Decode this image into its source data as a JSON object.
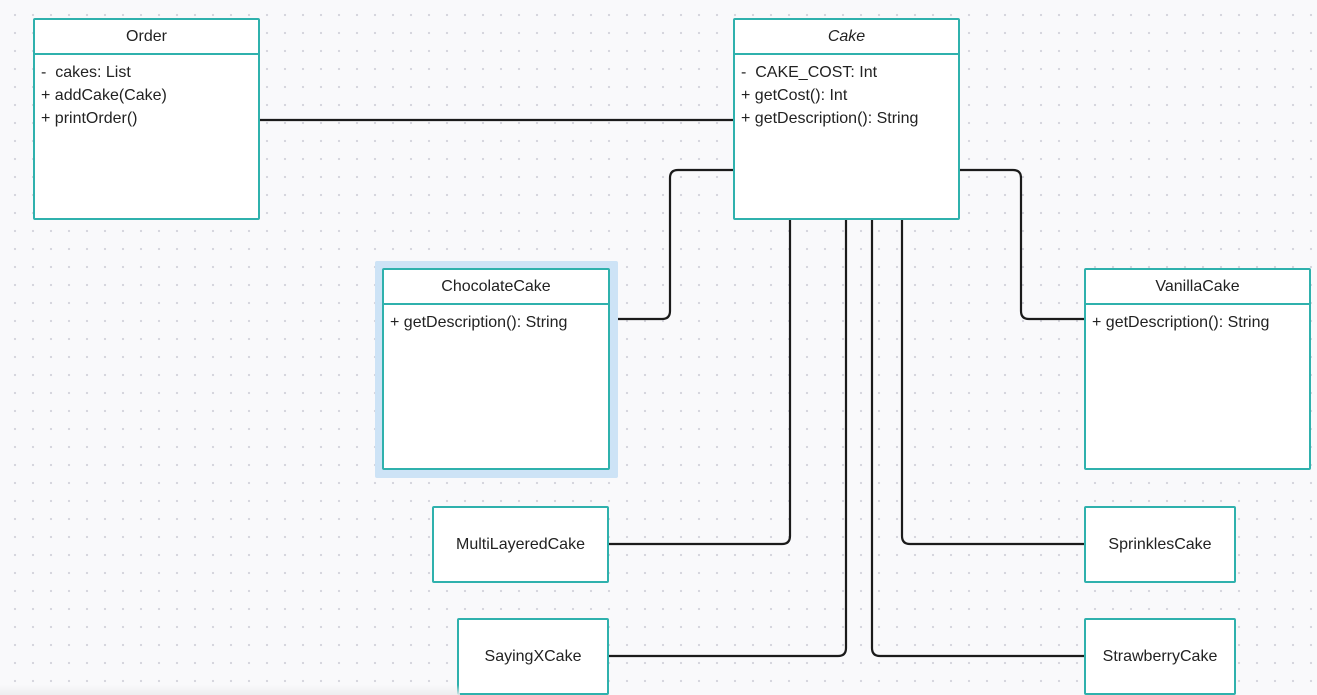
{
  "diagram": {
    "classes": {
      "order": {
        "name": "Order",
        "members": [
          "-  cakes: List",
          "+ addCake(Cake)",
          "+ printOrder()"
        ]
      },
      "cake": {
        "name": "Cake",
        "members": [
          "-  CAKE_COST: Int",
          "+ getCost(): Int",
          "+ getDescription(): String"
        ]
      },
      "chocolate_cake": {
        "name": "ChocolateCake",
        "members": [
          "+ getDescription(): String"
        ]
      },
      "vanilla_cake": {
        "name": "VanillaCake",
        "members": [
          "+ getDescription(): String"
        ]
      },
      "multi_layered_cake": {
        "name": "MultiLayeredCake"
      },
      "sprinkles_cake": {
        "name": "SprinklesCake"
      },
      "saying_x_cake": {
        "name": "SayingXCake"
      },
      "strawberry_cake": {
        "name": "StrawberryCake"
      }
    },
    "relations": [
      {
        "from": "Order",
        "to": "Cake"
      },
      {
        "from": "ChocolateCake",
        "to": "Cake"
      },
      {
        "from": "VanillaCake",
        "to": "Cake"
      },
      {
        "from": "MultiLayeredCake",
        "to": "Cake"
      },
      {
        "from": "SprinklesCake",
        "to": "Cake"
      },
      {
        "from": "SayingXCake",
        "to": "Cake"
      },
      {
        "from": "StrawberryCake",
        "to": "Cake"
      }
    ],
    "selected": "ChocolateCake",
    "colors": {
      "canvas": "#f9f9fb",
      "grid_dot": "#d4d4dc",
      "shape_border": "#2fb1ad",
      "connector": "#1b1b1b",
      "selection": "#cde3f6"
    }
  }
}
